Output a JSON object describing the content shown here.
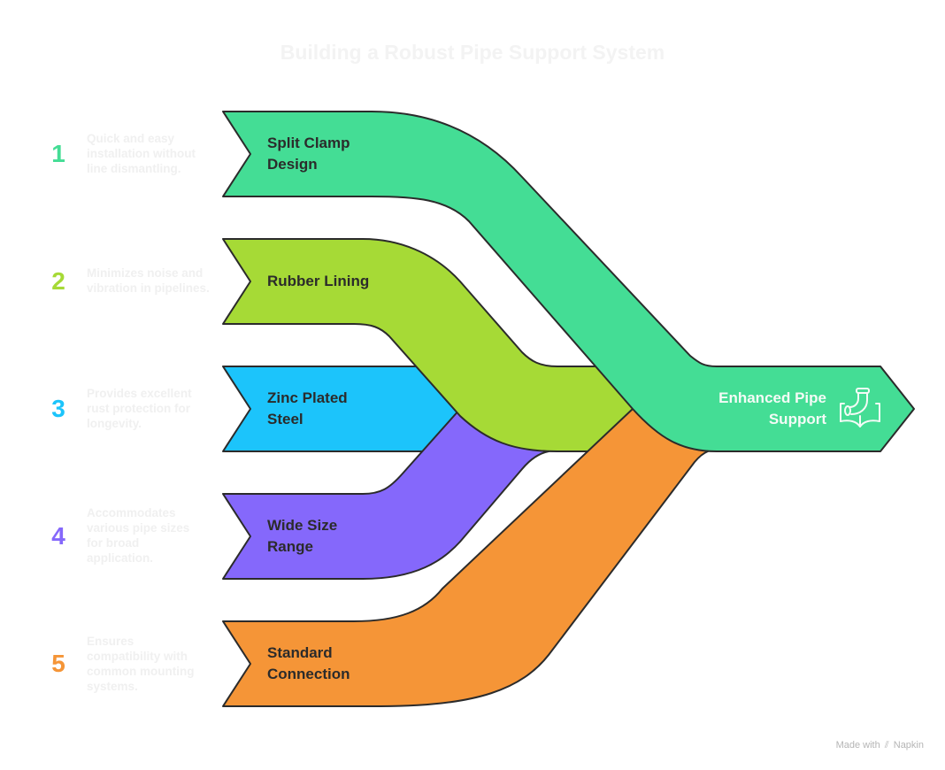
{
  "title": "Building a Robust Pipe Support System",
  "items": [
    {
      "number": "1",
      "label_lines": [
        "Split Clamp",
        "Design"
      ],
      "description_lines": [
        "Quick and easy",
        "installation without",
        "line dismantling."
      ],
      "color": "#44DD95"
    },
    {
      "number": "2",
      "label_lines": [
        "Rubber Lining"
      ],
      "description_lines": [
        "Minimizes noise and",
        "vibration in pipelines."
      ],
      "color": "#A6DA36"
    },
    {
      "number": "3",
      "label_lines": [
        "Zinc Plated",
        "Steel"
      ],
      "description_lines": [
        "Provides excellent",
        "rust protection for",
        "longevity."
      ],
      "color": "#1CC4FB"
    },
    {
      "number": "4",
      "label_lines": [
        "Wide Size",
        "Range"
      ],
      "description_lines": [
        "Accommodates",
        "various pipe sizes",
        "for broad",
        "application."
      ],
      "color": "#8568FB"
    },
    {
      "number": "5",
      "label_lines": [
        "Standard",
        "Connection"
      ],
      "description_lines": [
        "Ensures",
        "compatibility with",
        "common mounting",
        "systems."
      ],
      "color": "#F59537"
    }
  ],
  "output": {
    "label_lines": [
      "Enhanced Pipe",
      "Support"
    ],
    "icon": "pipe-support-icon",
    "color": "#44DD95"
  },
  "footer": {
    "prefix": "Made with",
    "brand": "Napkin",
    "icon": "napkin-logo-icon"
  }
}
